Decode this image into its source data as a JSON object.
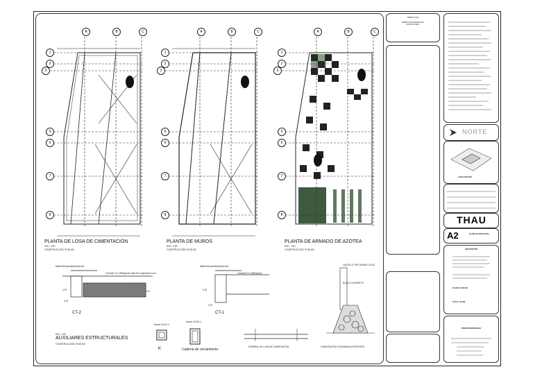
{
  "plans": [
    {
      "title": "PLANTA DE LOSA DE CIMENTACIÓN",
      "scale": "ESC. 1:50",
      "area": "CONSTRUCCIÓN 79.60 M2"
    },
    {
      "title": "PLANTA DE MUROS",
      "scale": "ESC. 1:50",
      "area": "CONSTRUCCIÓN 79.60 M2"
    },
    {
      "title": "PLANTA DE ARMADO DE AZOTEA",
      "scale": "ESC. 1:50",
      "area": "CONSTRUCCIÓN 79.60 M2"
    }
  ],
  "grid_letters": [
    "A",
    "B",
    "C"
  ],
  "grid_numbers": [
    "1",
    "2",
    "3",
    "5",
    "6",
    "7",
    "8"
  ],
  "auxiliares": {
    "title": "AUXILIARES ESTRUCTURALES",
    "scale": "ESC. 1:50",
    "area": "CONSTRUCCIÓN 79.60 M2"
  },
  "details": {
    "ct2": "CT-2",
    "ct1": "CT-1",
    "k": "K",
    "cadena": "Cadena de cerramiento",
    "general": "GENERAL DE LOSA DE CIMENTACIÓN",
    "cimentacion": "CIMENTACIÓN COLINDANCIA EXISTENTE",
    "malla1": "Malla Electrosoldada 6x6-6/6",
    "malla2": "Malla Electrosoldada 6x6-6/6",
    "concreto1": "Concreto F'c=250kg/cm2 capa de compresión 5 cm",
    "concreto2": "Concreto F'c=250kg/cm2",
    "castillo": "CASTILLO TIPO ARMEX 12X15",
    "block": "BLOCK CONCRETO",
    "dims_020": "0.20",
    "dims_015": "0.15",
    "dims_010": "0.10",
    "dims_012": "0.12",
    "armex1": "Armex 12x12-4",
    "armex2": "Armex 12x20-4"
  },
  "right_panel": {
    "compass": "NORTE",
    "location_label": "LOCALIZACIÓN",
    "project": "THAU",
    "sheet": "A2",
    "sheet_name": "PLANO ESTRUCTURAL",
    "data_heading": "DESCRIPCIÓN",
    "plan_area": "PLANTA 79.60 M2",
    "totals": "TOTAL 1.60 M2",
    "firm": "FIRMA RESPONSABLE"
  },
  "mid_panel": {
    "header": "SIMBOLOGÍA",
    "line1": "SIMBOLOGÍA ESPECIFICA",
    "line2": "ESTRUCTURAL"
  }
}
